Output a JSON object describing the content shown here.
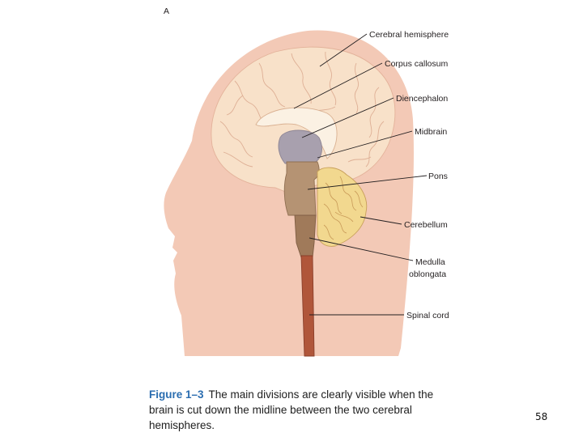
{
  "figure": {
    "panel_letter": "A",
    "labels": {
      "cerebral_hemisphere": "Cerebral hemisphere",
      "corpus_callosum": "Corpus callosum",
      "diencephalon": "Diencephalon",
      "midbrain": "Midbrain",
      "pons": "Pons",
      "cerebellum": "Cerebellum",
      "medulla_line1": "Medulla",
      "medulla_line2": "oblongata",
      "spinal_cord": "Spinal cord"
    },
    "colors": {
      "head_skin": "#f3c9b6",
      "cerebrum": "#f8e1c9",
      "corpus_callosum": "#fbf1e3",
      "midbrain": "#a8a0ae",
      "pons": "#b59373",
      "medulla": "#a07a5a",
      "cerebellum": "#f2d88f",
      "spinal_cord": "#b0563a"
    }
  },
  "caption": {
    "figure_number": "Figure 1–3",
    "text": "The main divisions are clearly visible when the brain is cut down the midline between the two cerebral hemispheres."
  },
  "slide": {
    "page_number": "58"
  }
}
